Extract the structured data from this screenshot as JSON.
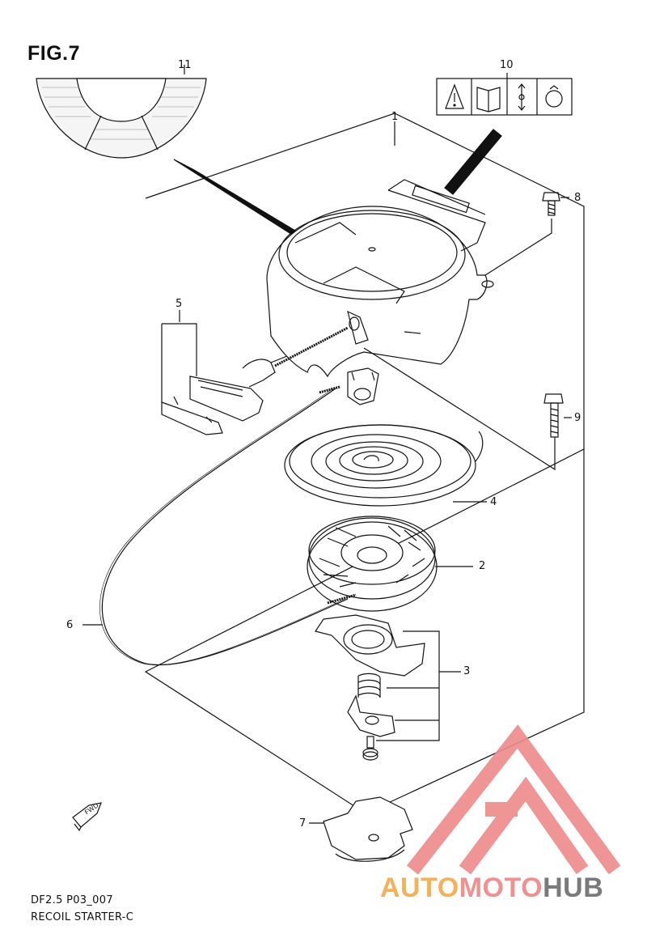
{
  "figure": {
    "title": "FIG.7",
    "model_code": "DF2.5 P03_007",
    "section_name": "RECOIL STARTER-C"
  },
  "callouts": [
    {
      "id": "c1",
      "label": "1"
    },
    {
      "id": "c2",
      "label": "2"
    },
    {
      "id": "c3",
      "label": "3"
    },
    {
      "id": "c4",
      "label": "4"
    },
    {
      "id": "c5",
      "label": "5"
    },
    {
      "id": "c6",
      "label": "6"
    },
    {
      "id": "c7",
      "label": "7"
    },
    {
      "id": "c8",
      "label": "8"
    },
    {
      "id": "c9",
      "label": "9"
    },
    {
      "id": "c10",
      "label": "10"
    },
    {
      "id": "c11",
      "label": "11"
    }
  ],
  "fwd_mark": "FWD",
  "watermark": {
    "part1": "AUTO",
    "part2": "MOTO",
    "part3": "HUB",
    "colors": {
      "triangle": "#ef8a8a",
      "auto": "#f3b25a",
      "moto": "#ef9191",
      "hub": "#7a7a7a"
    }
  },
  "icons": [
    "warning-icon",
    "manual-book-icon",
    "pull-direction-icon",
    "rope-handle-icon"
  ]
}
